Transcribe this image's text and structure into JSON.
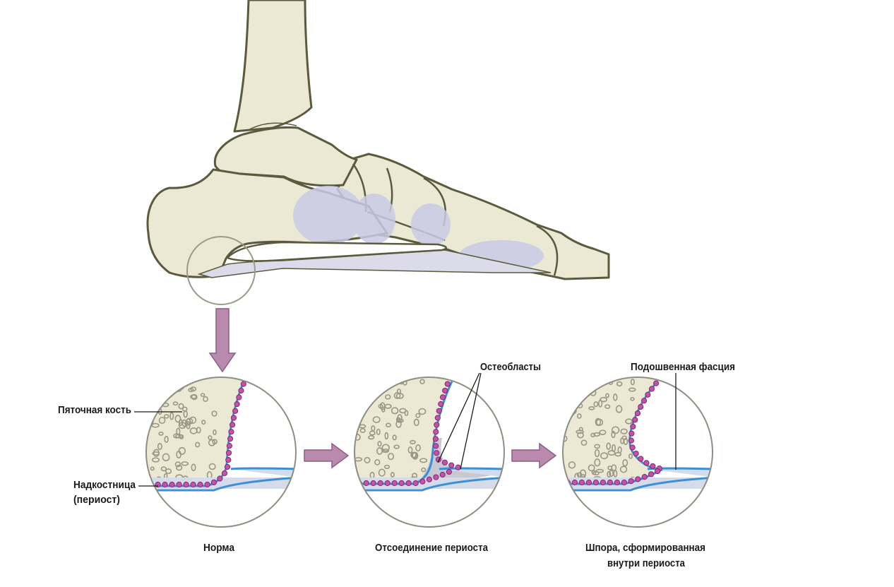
{
  "labels": {
    "calcaneus": "Пяточная кость",
    "periosteum_line1": "Надкостница",
    "periosteum_line2": "(периост)",
    "osteoblasts": "Остеобласты",
    "plantar_fascia": "Подошвенная фасция"
  },
  "panels": [
    {
      "caption": [
        "Норма"
      ]
    },
    {
      "caption": [
        "Отсоединение периоста"
      ]
    },
    {
      "caption": [
        "Шпора, сформированная",
        "внутри периоста"
      ]
    }
  ],
  "colors": {
    "bone": "#ebe8d3",
    "outline": "#5b5a3d",
    "periosteum": "#3a8fd6",
    "osteoblast": "#c452a8",
    "ligament": "#c9cbe6",
    "arrow": "#b98aae"
  }
}
